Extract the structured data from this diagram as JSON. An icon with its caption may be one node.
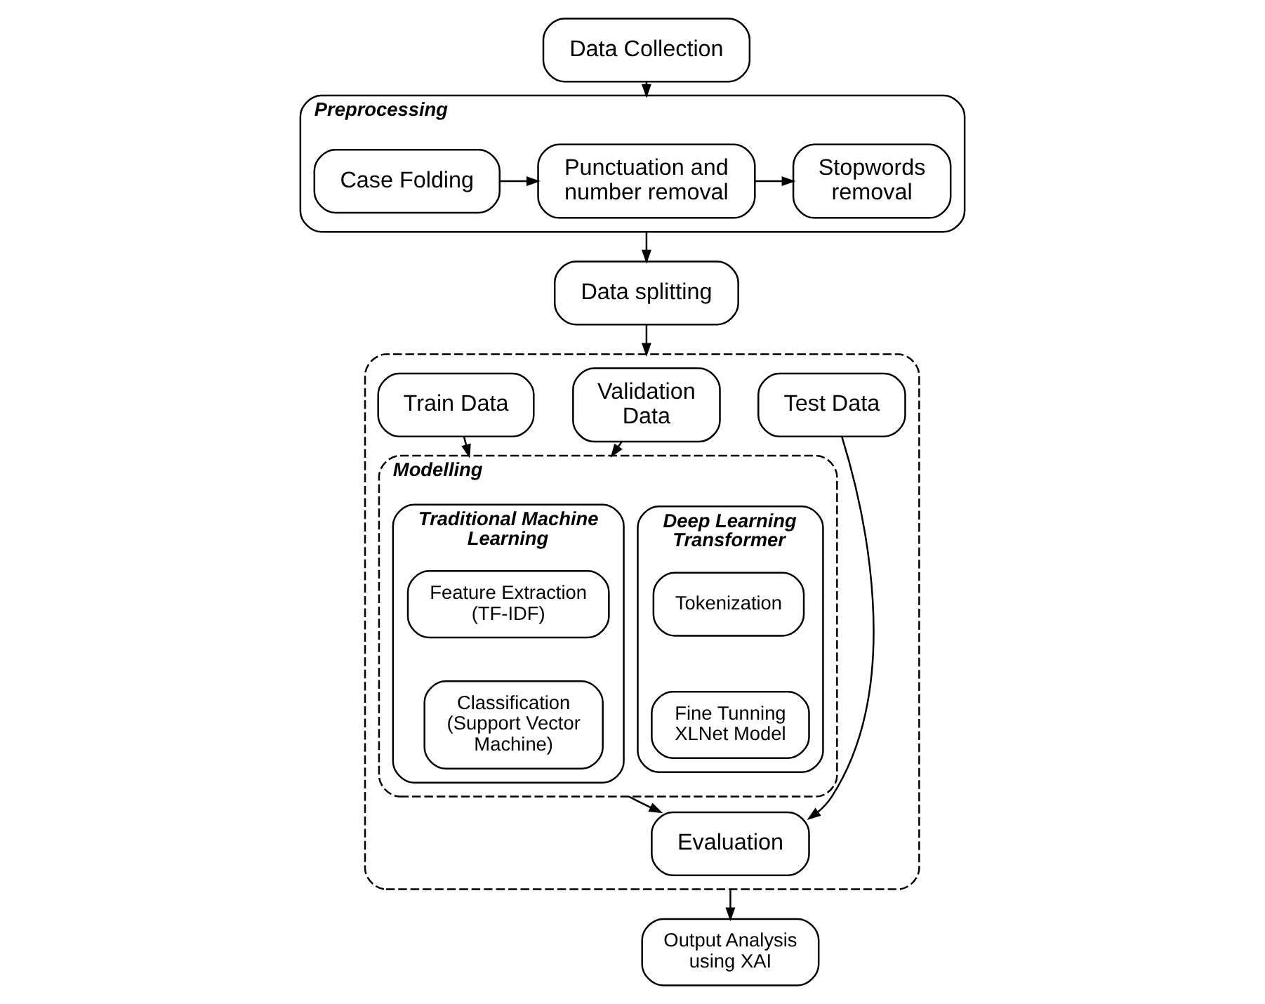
{
  "diagram": {
    "nodes": [
      {
        "text": [
          "Data Collection"
        ]
      },
      {
        "text": [
          "Preprocessing"
        ]
      },
      {
        "text": [
          "Case Folding"
        ],
        "in": 1
      },
      {
        "text": [
          "Punctuation and number removal"
        ],
        "in": 1
      },
      {
        "text": [
          "Stopwords removal"
        ],
        "in": 1
      },
      {
        "text": [
          "Data splitting"
        ]
      },
      {
        "text": [],
        "shape": "box"
      },
      {
        "text": [
          "Train Data"
        ],
        "in": 6
      },
      {
        "text": [
          "Validation Data"
        ],
        "in": 6
      },
      {
        "text": [
          "Test Data"
        ],
        "in": 6
      },
      {
        "text": [
          "Modelling"
        ],
        "in": 6
      },
      {
        "text": [
          "Traditional Machine Learning"
        ],
        "in": 10
      },
      {
        "text": [
          "Feature Extraction (TF-IDF)"
        ],
        "in": 11
      },
      {
        "text": [
          "Classification (Support Vector Machine)"
        ],
        "in": 11
      },
      {
        "text": [
          "Deep Learning Transformer"
        ],
        "in": 10
      },
      {
        "text": [
          "Tokenization"
        ],
        "in": 14
      },
      {
        "text": [
          "Fine Tunning XLNet Model"
        ],
        "in": 14
      },
      {
        "text": [
          "Evaluation"
        ],
        "in": 6
      },
      {
        "text": [
          "Output Analysis using XAI"
        ]
      }
    ],
    "edges": [
      {
        "from": 0,
        "to": 1,
        "arrow": "to"
      },
      {
        "from": 2,
        "to": 3,
        "arrow": "to"
      },
      {
        "from": 3,
        "to": 4,
        "arrow": "to"
      },
      {
        "from": 1,
        "to": 5,
        "arrow": "to"
      },
      {
        "from": 5,
        "to": 6,
        "arrow": "to"
      },
      {
        "from": 7,
        "to": 10,
        "arrow": "to"
      },
      {
        "from": 8,
        "to": 10,
        "arrow": "to"
      },
      {
        "from": 10,
        "to": 17,
        "arrow": "to"
      },
      {
        "from": 9,
        "to": 17,
        "arrow": "to"
      },
      {
        "from": 6,
        "to": 18,
        "arrow": "to"
      }
    ]
  }
}
